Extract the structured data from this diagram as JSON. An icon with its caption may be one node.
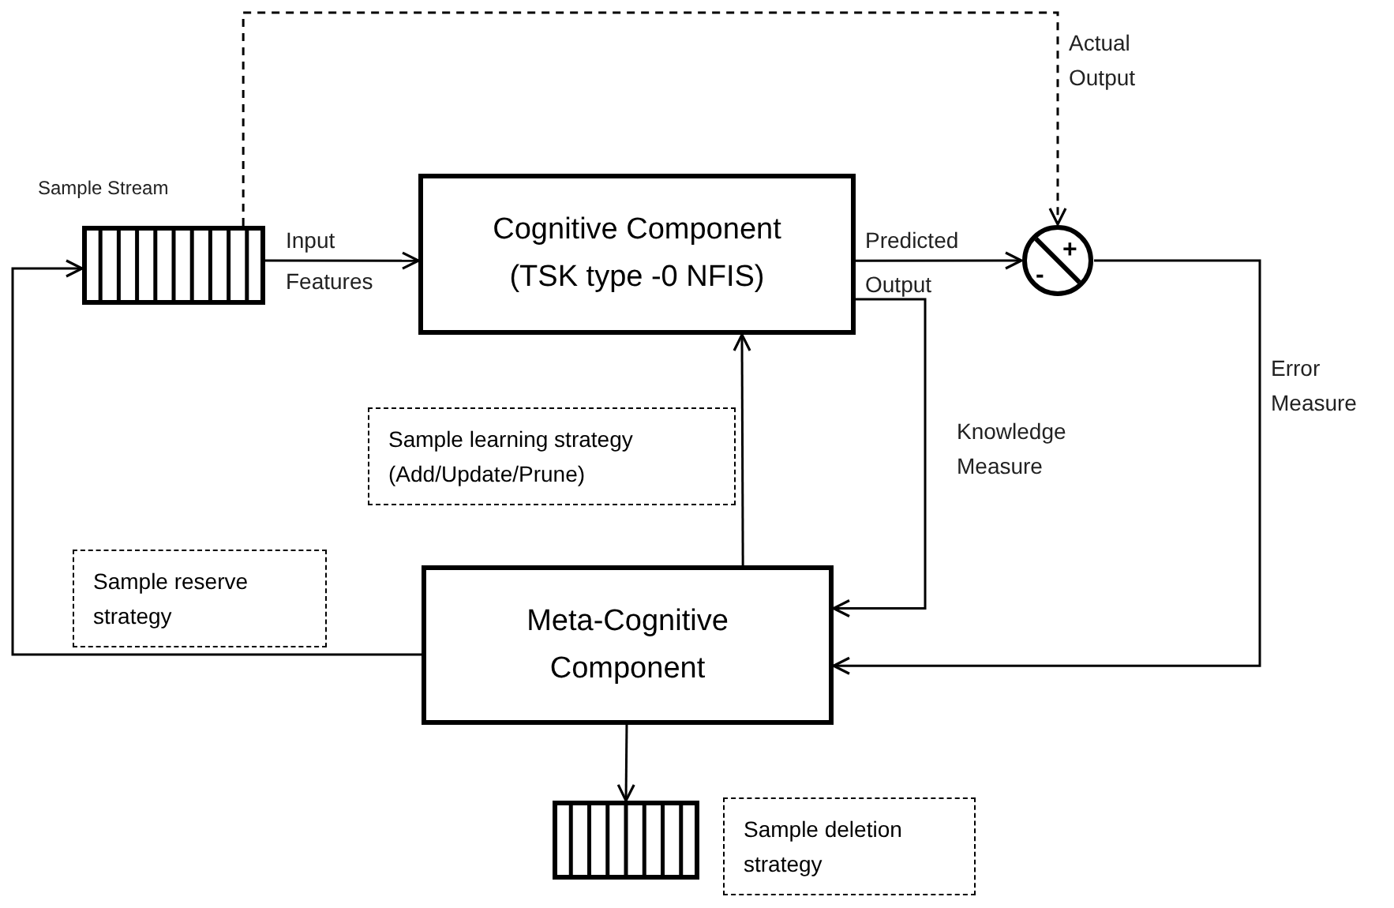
{
  "diagram": {
    "nodes": [
      {
        "text": [],
        "shape": "bar",
        "beside": [
          "Sample Stream"
        ]
      },
      {
        "text": [
          "Cognitive Component (TSK type -0 NFIS)"
        ]
      },
      {
        "text": [
          "+",
          "-"
        ]
      },
      {
        "text": [
          "Sample learning strategy (Add/Update/Prune)"
        ]
      },
      {
        "text": [
          "Sample reserve strategy"
        ]
      },
      {
        "text": [
          "Meta-Cognitive Component"
        ]
      },
      {
        "text": [],
        "shape": "bar"
      },
      {
        "text": [
          "Sample deletion strategy"
        ]
      }
    ],
    "edges": [
      {
        "from": 0,
        "to": 1,
        "arrow": "to",
        "label": "Input Features"
      },
      {
        "from": 0,
        "to": 2,
        "arrow": "to",
        "label": "Actual Output",
        "style": "dashed"
      },
      {
        "from": 1,
        "to": 2,
        "arrow": "to",
        "label": "Predicted Output"
      },
      {
        "from": 1,
        "to": 5,
        "arrow": "to",
        "label": "Knowledge Measure"
      },
      {
        "from": 2,
        "to": 5,
        "arrow": "to",
        "label": "Error Measure"
      },
      {
        "from": 5,
        "to": 1,
        "arrow": "to"
      },
      {
        "from": 5,
        "to": 0,
        "arrow": "to"
      },
      {
        "from": 5,
        "to": 6,
        "arrow": "to"
      }
    ]
  }
}
